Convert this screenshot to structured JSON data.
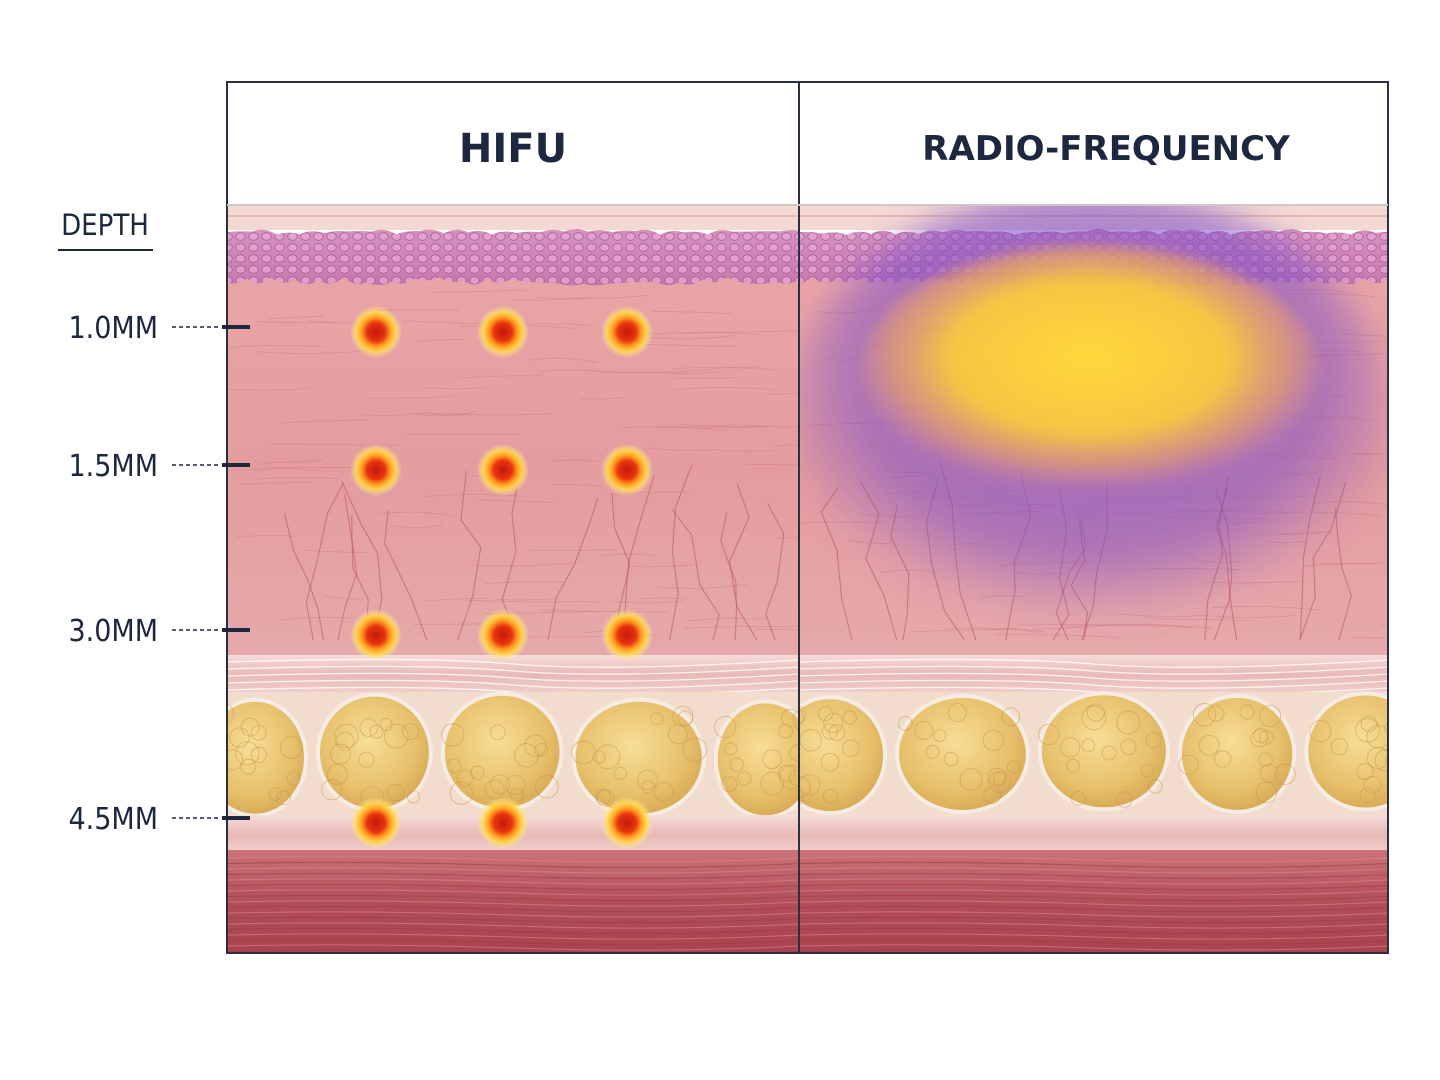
{
  "depth_axis": {
    "title": "DEPTH",
    "ticks": [
      {
        "label": "1.0MM",
        "depth_mm": 1.0
      },
      {
        "label": "1.5MM",
        "depth_mm": 1.5
      },
      {
        "label": "3.0MM",
        "depth_mm": 3.0
      },
      {
        "label": "4.5MM",
        "depth_mm": 4.5
      }
    ]
  },
  "panels": [
    {
      "id": "hifu",
      "title": "HIFU"
    },
    {
      "id": "rf",
      "title": "RADIO-FREQUENCY"
    }
  ],
  "hifu": {
    "focal_points_per_depth": 3,
    "focal_depths_mm": [
      1.0,
      1.5,
      3.0,
      4.5
    ]
  },
  "tissue_layers": [
    "epidermis",
    "dermis",
    "fat",
    "muscle"
  ],
  "colors": {
    "ink": "#1d2740",
    "epidermis": "#cc7fb5",
    "dermis": "#e6a2a4",
    "fat": "#e8c271",
    "muscle": "#bc5a63",
    "focal_core": "#e42a10",
    "focal_glow": "#ffc12e",
    "rf_heat_core": "#ffd53e",
    "rf_heat_outer": "#7a50cc"
  }
}
